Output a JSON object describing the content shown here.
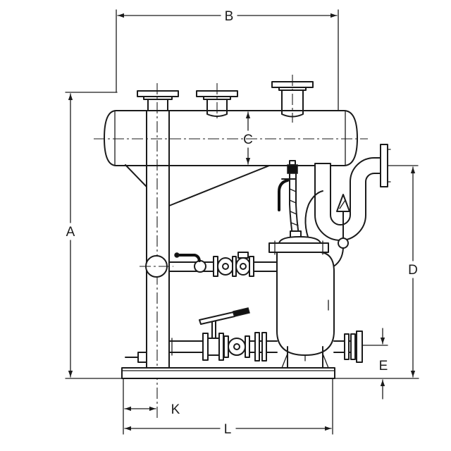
{
  "labels": {
    "a": "A",
    "b": "B",
    "c": "C",
    "d": "D",
    "e": "E",
    "k": "K",
    "l": "L"
  },
  "colors": {
    "line": "#1b1b1b",
    "background": "#ffffff",
    "fill": "#111111"
  }
}
